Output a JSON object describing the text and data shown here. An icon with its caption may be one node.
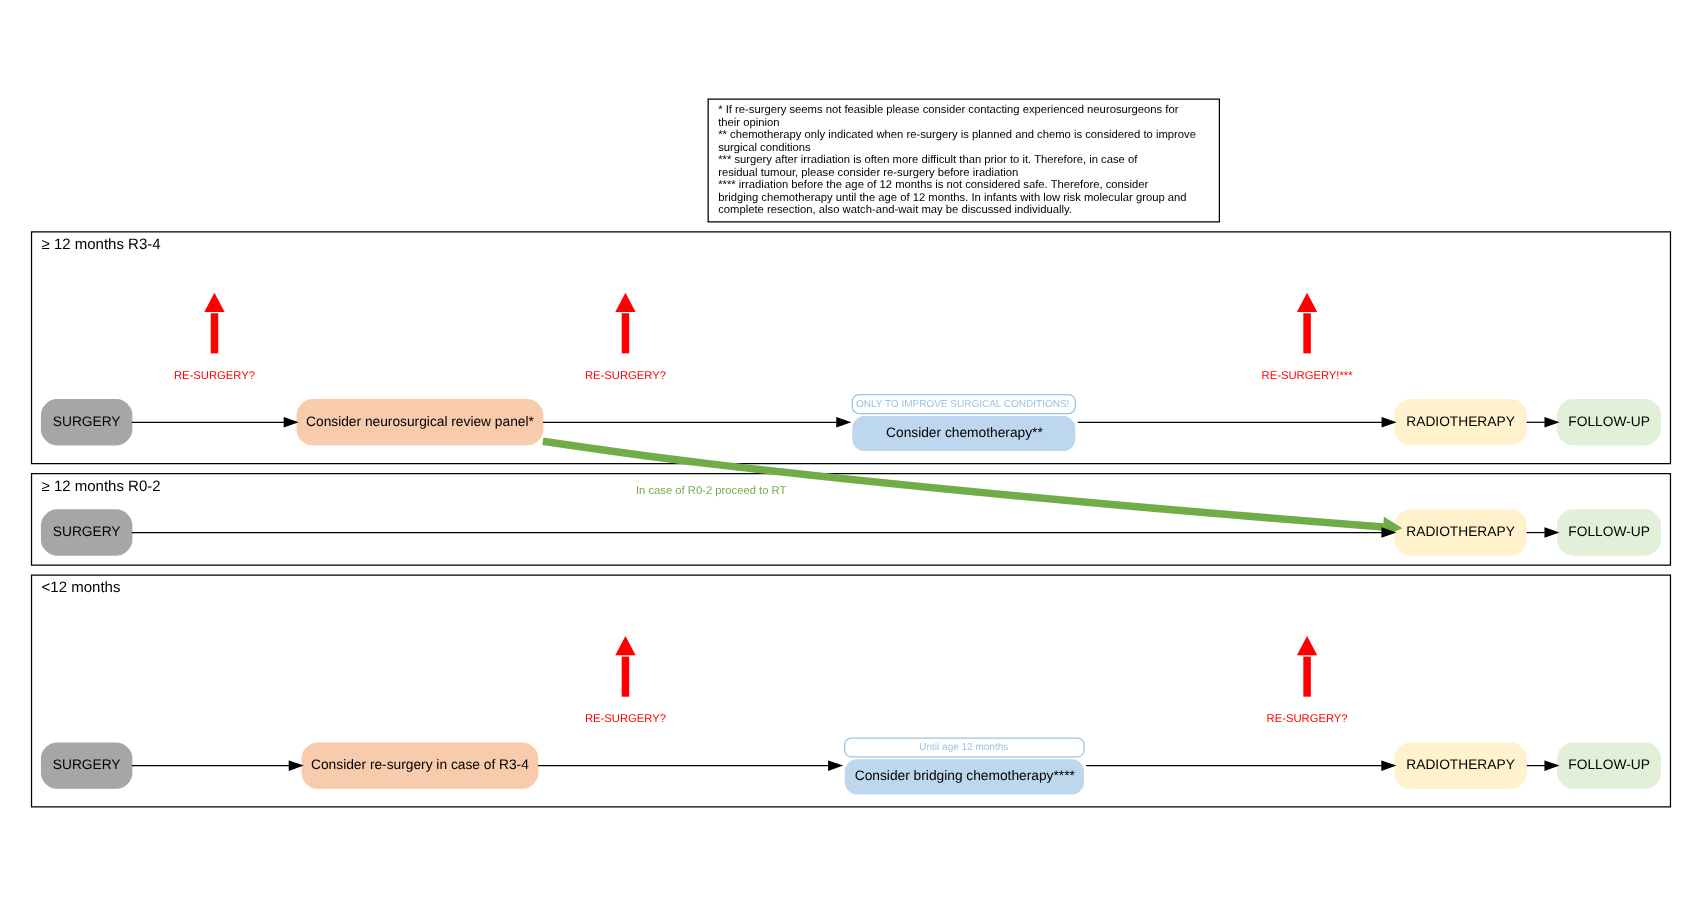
{
  "diagram": {
    "nodes": [
      {
        "text": [
          "≥ 12 months R0-2"
        ]
      },
      {
        "text": [
          "SURGERY"
        ],
        "in": 0
      },
      {
        "text": [
          "RADIOTHERAPY"
        ],
        "in": 0
      },
      {
        "text": [
          "FOLLOW-UP"
        ],
        "in": 0
      },
      {
        "text": [
          "≥ 12 months R3-4"
        ]
      },
      {
        "text": [
          "SURGERY"
        ],
        "in": 4
      },
      {
        "text": [
          "Consider neurosurgical review panel*"
        ],
        "in": 4
      },
      {
        "text": [
          "Consider chemotherapy**"
        ],
        "in": 4,
        "beside": [
          "ONLY TO IMPROVE SURGICAL CONDITIONS!"
        ]
      },
      {
        "text": [
          "RADIOTHERAPY"
        ],
        "in": 4
      },
      {
        "text": [
          "FOLLOW-UP"
        ],
        "in": 4
      },
      {
        "text": [
          "RE-SURGERY?"
        ],
        "in": 4
      },
      {
        "text": [
          "RE-SURGERY?"
        ],
        "in": 4
      },
      {
        "text": [
          "RE-SURGERY!***"
        ],
        "in": 4
      },
      {
        "text": [
          "<12 months"
        ]
      },
      {
        "text": [
          "SURGERY"
        ],
        "in": 13
      },
      {
        "text": [
          "Consider re-surgery in case of R3-4"
        ],
        "in": 13
      },
      {
        "text": [
          "Consider bridging chemotherapy****"
        ],
        "in": 13,
        "beside": [
          "Until age 12 months"
        ]
      },
      {
        "text": [
          "RADIOTHERAPY"
        ],
        "in": 13
      },
      {
        "text": [
          "FOLLOW-UP"
        ],
        "in": 13
      },
      {
        "text": [
          "RE-SURGERY?"
        ],
        "in": 13
      },
      {
        "text": [
          "RE-SURGERY?"
        ],
        "in": 13
      },
      {
        "text": [
          "* If re-surgery seems not feasible please consider contacting experienced neurosurgeons for their opinion",
          "** chemotherapy only indicated when re-surgery is planned and chemo is considered to improve surgical conditions",
          "*** surgery after irradiation is often more difficult than prior to it. Therefore, in case of residual tumour, please consider re-surgery before iradiation",
          "**** irradiation before the age of 12 months is not considered safe. Therefore, consider bridging chemotherapy until the age of 12 months. In infants with low risk molecular group and complete resection, also watch-and-wait may be discussed individually."
        ]
      }
    ],
    "edges": [
      {
        "from": 1,
        "to": 2,
        "arrow": "to"
      },
      {
        "from": 2,
        "to": 3,
        "arrow": "to"
      },
      {
        "from": 5,
        "to": 6,
        "arrow": "to"
      },
      {
        "from": 6,
        "to": 7,
        "arrow": "to"
      },
      {
        "from": 7,
        "to": 8,
        "arrow": "to"
      },
      {
        "from": 8,
        "to": 9,
        "arrow": "to"
      },
      {
        "from": 6,
        "to": 2,
        "arrow": "to",
        "label": "In case of R0-2 proceed to RT",
        "style": "thick",
        "color": "#70ad47"
      },
      {
        "from": 10,
        "to": null,
        "arrow": "to",
        "style": "thick",
        "color": "#ff0000"
      },
      {
        "from": 11,
        "to": null,
        "arrow": "to",
        "style": "thick",
        "color": "#ff0000"
      },
      {
        "from": 12,
        "to": null,
        "arrow": "to",
        "style": "thick",
        "color": "#ff0000"
      },
      {
        "from": 14,
        "to": 15,
        "arrow": "to"
      },
      {
        "from": 15,
        "to": 16,
        "arrow": "to"
      },
      {
        "from": 16,
        "to": 17,
        "arrow": "to"
      },
      {
        "from": 17,
        "to": 18,
        "arrow": "to"
      },
      {
        "from": 19,
        "to": null,
        "arrow": "to",
        "style": "thick",
        "color": "#ff0000"
      },
      {
        "from": 20,
        "to": null,
        "arrow": "to",
        "style": "thick",
        "color": "#ff0000"
      }
    ]
  }
}
